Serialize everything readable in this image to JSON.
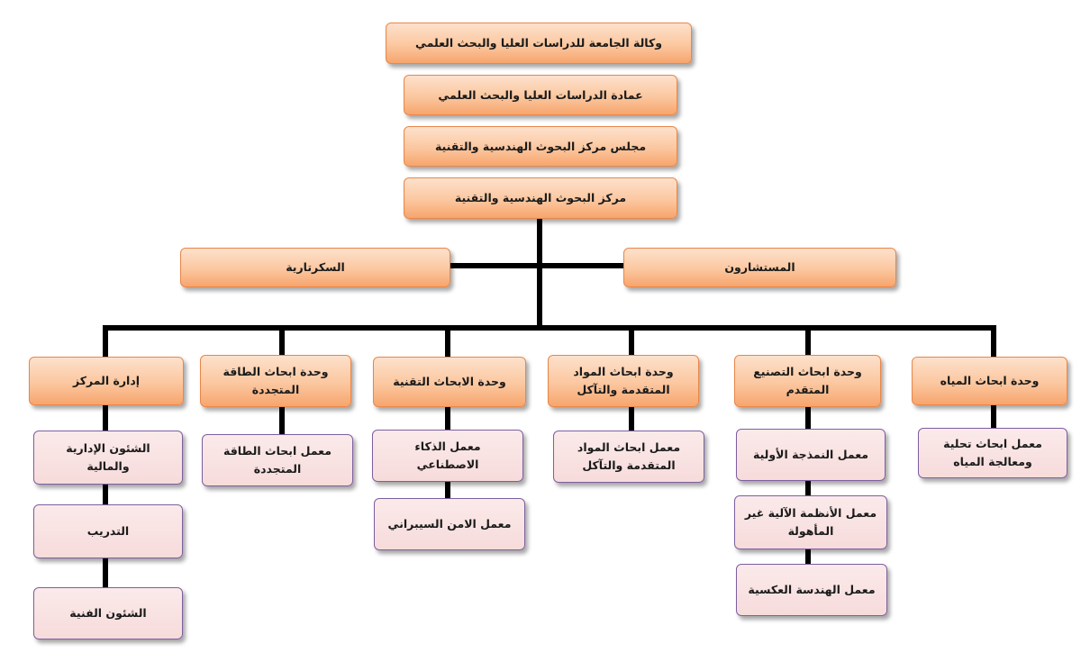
{
  "chart": {
    "top": [
      "وكالة الجامعة للدراسات العليا والبحث العلمي",
      "عمادة الدراسات العليا والبحث العلمي",
      "مجلس مركز البحوث الهندسية والتقنية",
      "مركز البحوث الهندسية والتقنية"
    ],
    "secretariat": "السكرتارية",
    "consultants": "المستشارون",
    "units": [
      {
        "title": "إدارة المركز",
        "children": [
          "الشئون الإدارية والمالية",
          "التدريب",
          "الشئون الفنية"
        ]
      },
      {
        "title": "وحدة ابحاث الطاقة المتجددة",
        "children": [
          "معمل ابحاث الطاقة المتجددة"
        ]
      },
      {
        "title": "وحدة الابحاث التقنية",
        "children": [
          "معمل الذكاء الاصطناعي",
          "معمل الامن السيبراني"
        ]
      },
      {
        "title": "وحدة ابحاث المواد المتقدمة والتآكل",
        "children": [
          "معمل ابحاث المواد المتقدمة والتآكل"
        ]
      },
      {
        "title": "وحدة ابحاث التصنيع المتقدم",
        "children": [
          "معمل النمذجة الأولية",
          "معمل الأنظمة الآلية غير المأهولة",
          "معمل الهندسة العكسية"
        ]
      },
      {
        "title": "وحدة ابحاث المياه",
        "children": [
          "معمل ابحاث تحلية ومعالجة المياه"
        ]
      }
    ]
  }
}
